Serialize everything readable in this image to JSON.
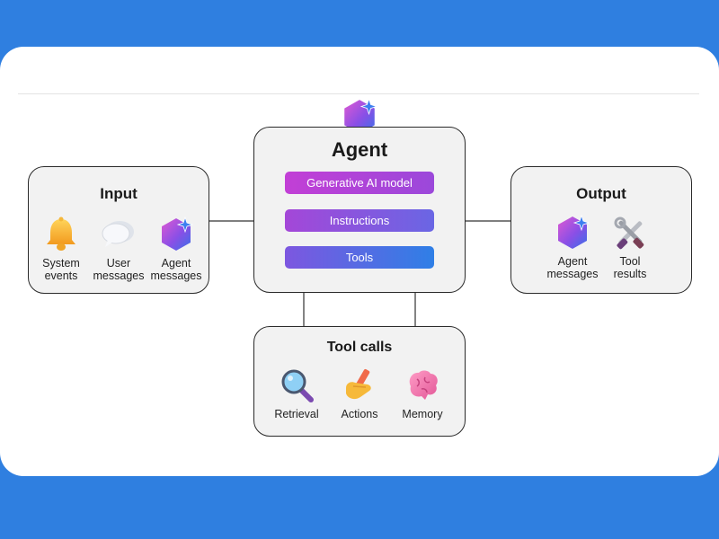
{
  "input": {
    "title": "Input",
    "items": [
      {
        "line1": "System",
        "line2": "events",
        "icon": "bell-icon"
      },
      {
        "line1": "User",
        "line2": "messages",
        "icon": "chat-bubble-icon"
      },
      {
        "line1": "Agent",
        "line2": "messages",
        "icon": "agent-hexagon-icon"
      }
    ]
  },
  "agent": {
    "title": "Agent",
    "icon": "agent-hexagon-icon",
    "pills": [
      "Generative AI model",
      "Instructions",
      "Tools"
    ]
  },
  "output": {
    "title": "Output",
    "items": [
      {
        "line1": "Agent",
        "line2": "messages",
        "icon": "agent-hexagon-icon"
      },
      {
        "line1": "Tool",
        "line2": "results",
        "icon": "tools-icon"
      }
    ]
  },
  "tool_calls": {
    "title": "Tool calls",
    "items": [
      {
        "line1": "Retrieval",
        "icon": "magnifier-icon"
      },
      {
        "line1": "Actions",
        "icon": "pencil-hand-icon"
      },
      {
        "line1": "Memory",
        "icon": "brain-icon"
      }
    ]
  },
  "colors": {
    "background": "#2f7fe0",
    "pill_start": "#c33fd6",
    "pill_end": "#3b7be6"
  }
}
